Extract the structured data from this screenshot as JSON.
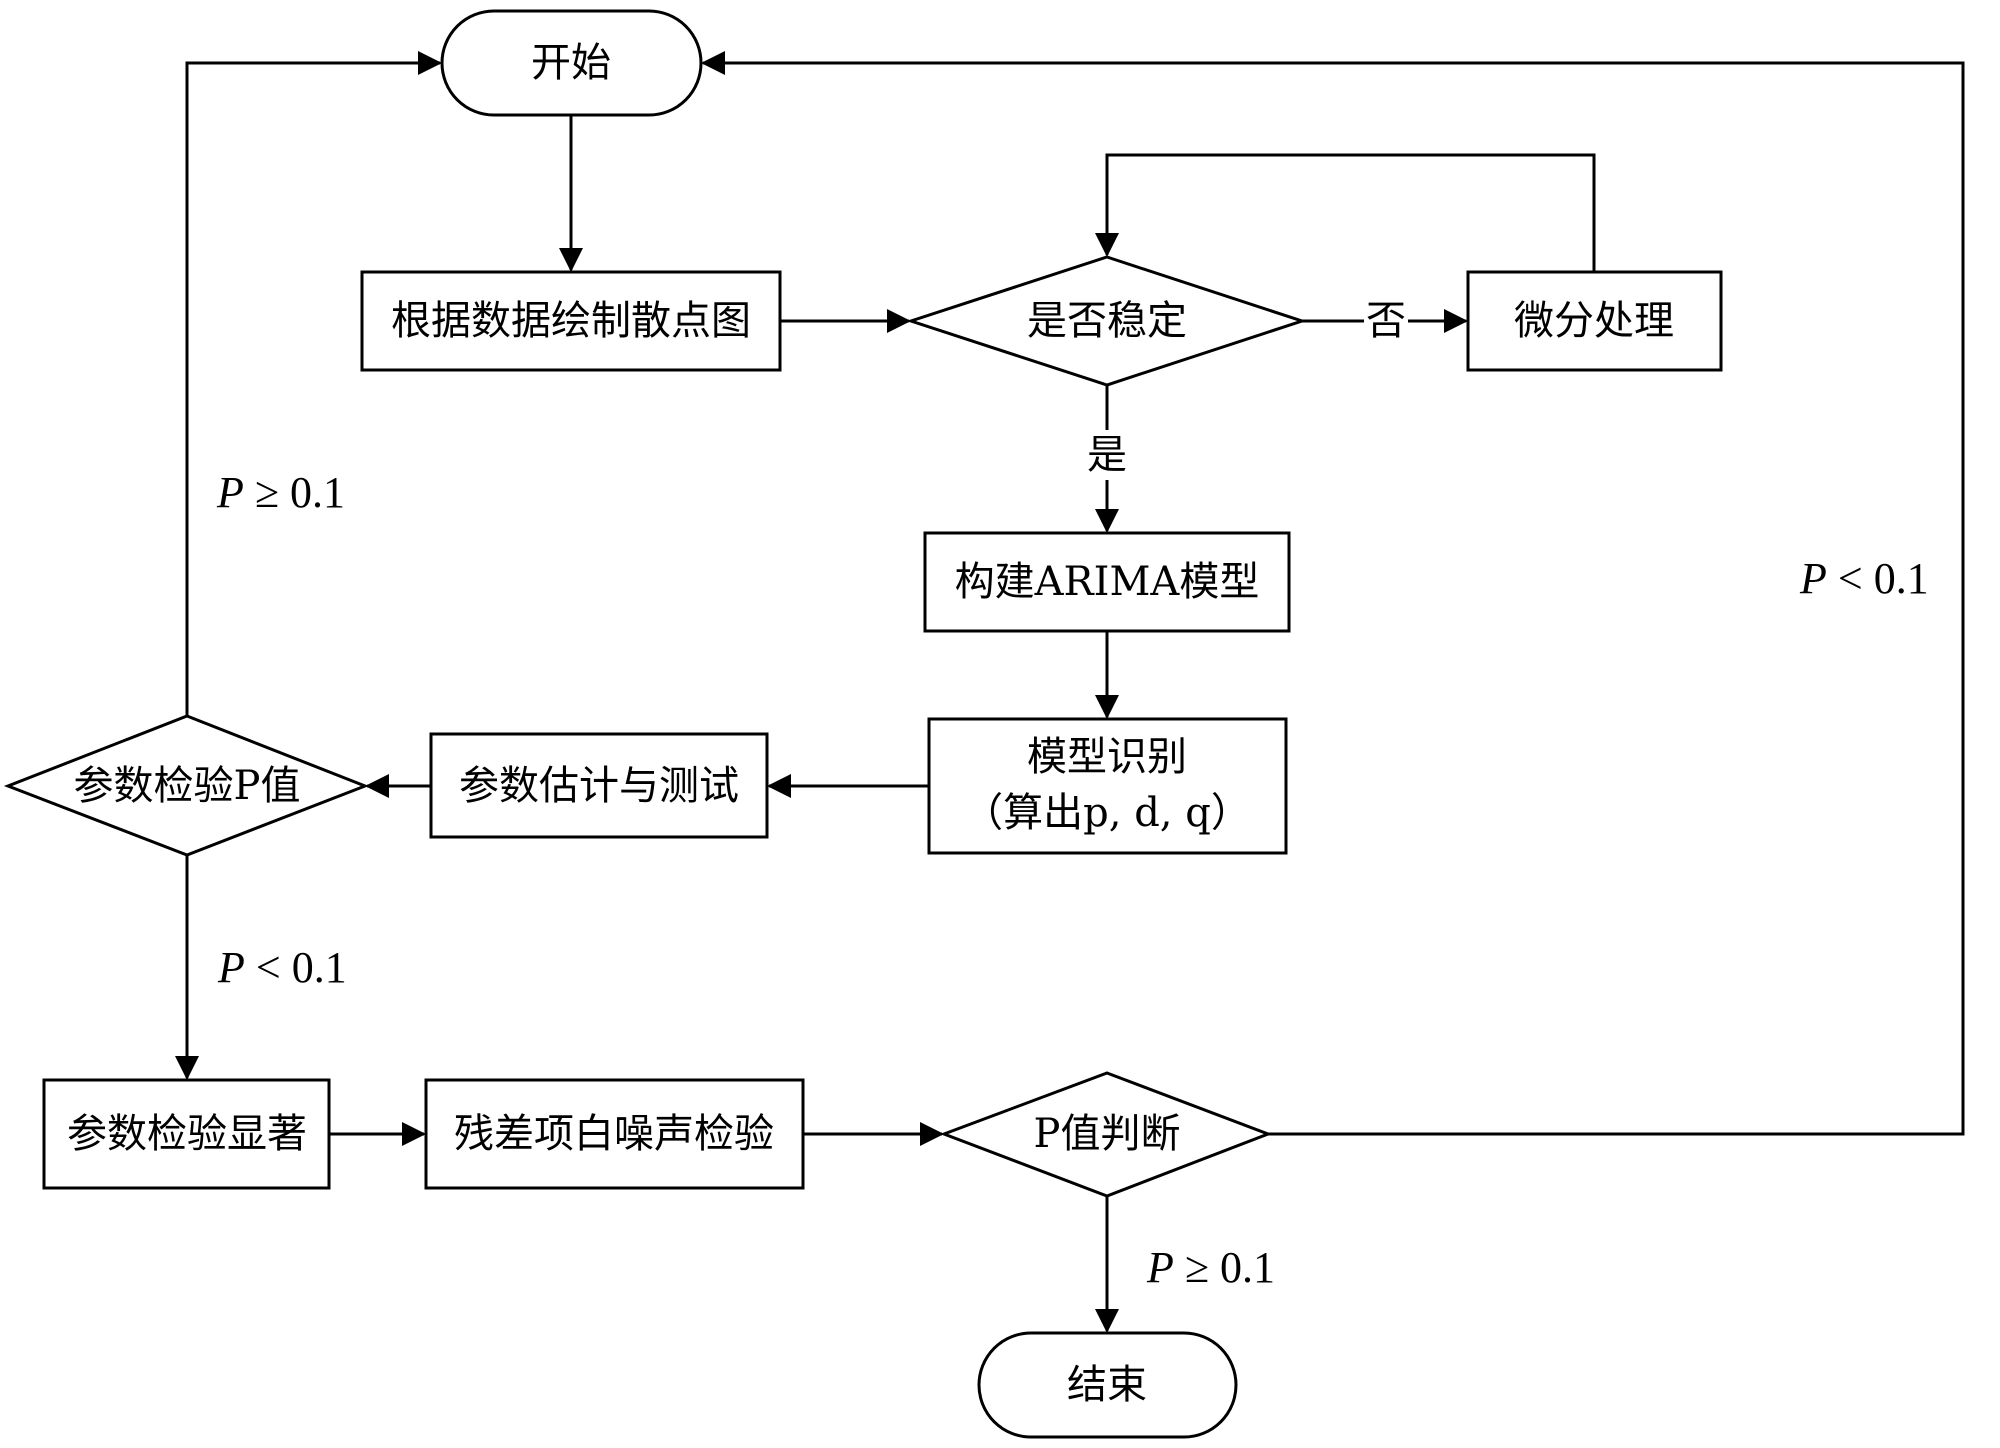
{
  "diagram": {
    "type": "flowchart",
    "colors": {
      "stroke": "#000000",
      "fill": "#ffffff",
      "text": "#000000"
    },
    "nodes": {
      "start": {
        "shape": "terminal",
        "label": "开始"
      },
      "scatter": {
        "shape": "process",
        "label": "根据数据绘制散点图"
      },
      "stationary": {
        "shape": "decision",
        "label": "是否稳定"
      },
      "difference": {
        "shape": "process",
        "label": "微分处理"
      },
      "build_arima": {
        "shape": "process",
        "label": "构建ARIMA模型"
      },
      "identify": {
        "shape": "process",
        "label": "模型识别",
        "sublabel": "（算出p, d, q）"
      },
      "estimate": {
        "shape": "process",
        "label": "参数估计与测试"
      },
      "param_p": {
        "shape": "decision",
        "label": "参数检验P值"
      },
      "significant": {
        "shape": "process",
        "label": "参数检验显著"
      },
      "residual": {
        "shape": "process",
        "label": "残差项白噪声检验"
      },
      "p_judge": {
        "shape": "decision",
        "label": "P值判断"
      },
      "end": {
        "shape": "terminal",
        "label": "结束"
      }
    },
    "edge_labels": {
      "no": "否",
      "yes": "是",
      "param_ge": {
        "var": "P",
        "rest": " ≥ 0.1"
      },
      "param_lt": {
        "var": "P",
        "rest": " < 0.1"
      },
      "judge_lt": {
        "var": "P",
        "rest": " < 0.1"
      },
      "judge_ge": {
        "var": "P",
        "rest": " ≥ 0.1"
      }
    },
    "edges": [
      {
        "from": "start",
        "to": "scatter"
      },
      {
        "from": "scatter",
        "to": "stationary"
      },
      {
        "from": "stationary",
        "to": "difference",
        "label": "否"
      },
      {
        "from": "difference",
        "to": "stationary"
      },
      {
        "from": "stationary",
        "to": "build_arima",
        "label": "是"
      },
      {
        "from": "build_arima",
        "to": "identify"
      },
      {
        "from": "identify",
        "to": "estimate"
      },
      {
        "from": "estimate",
        "to": "param_p"
      },
      {
        "from": "param_p",
        "to": "start",
        "label": "P ≥ 0.1"
      },
      {
        "from": "param_p",
        "to": "significant",
        "label": "P < 0.1"
      },
      {
        "from": "significant",
        "to": "residual"
      },
      {
        "from": "residual",
        "to": "p_judge"
      },
      {
        "from": "p_judge",
        "to": "start",
        "label": "P < 0.1"
      },
      {
        "from": "p_judge",
        "to": "end",
        "label": "P ≥ 0.1"
      }
    ]
  }
}
